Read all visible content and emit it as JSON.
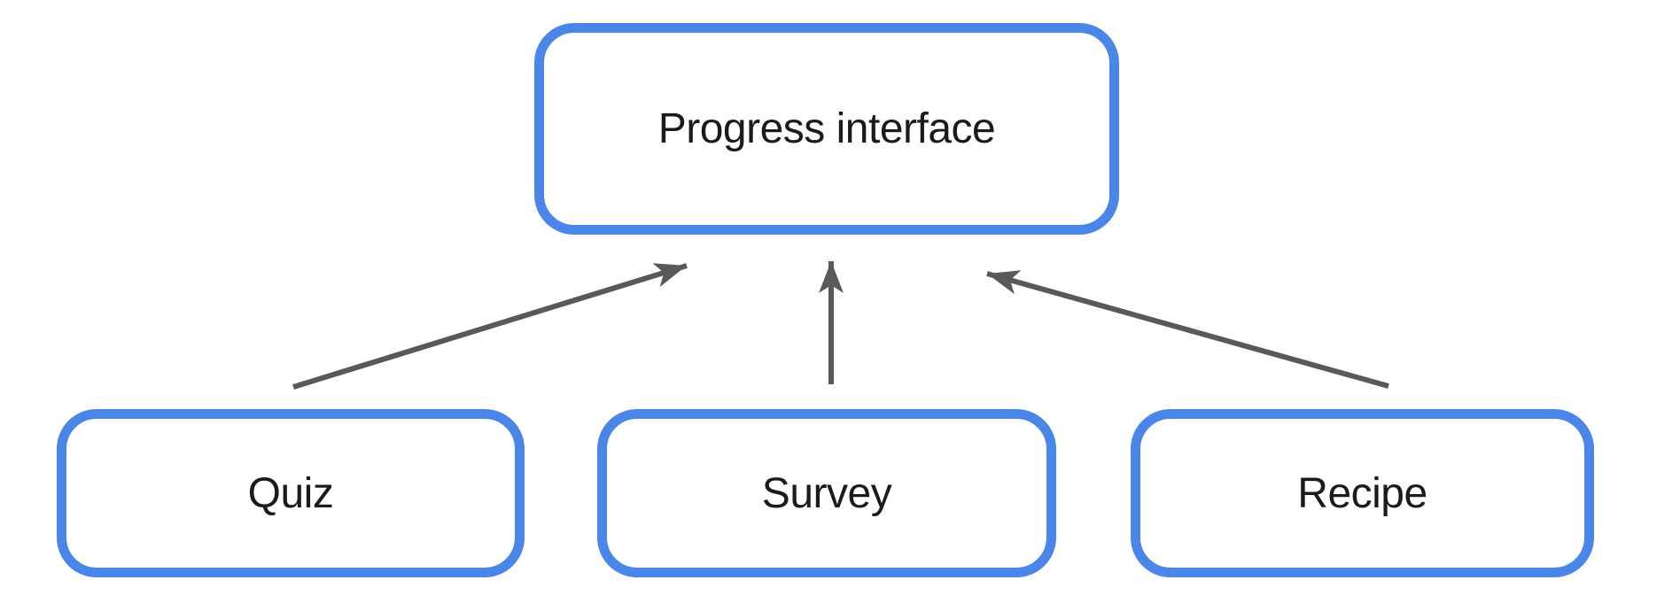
{
  "diagram": {
    "nodes": {
      "progress": {
        "label": "Progress interface"
      },
      "quiz": {
        "label": "Quiz"
      },
      "survey": {
        "label": "Survey"
      },
      "recipe": {
        "label": "Recipe"
      }
    },
    "edges": [
      {
        "from": "Quiz",
        "to": "Progress interface",
        "direction": "up"
      },
      {
        "from": "Survey",
        "to": "Progress interface",
        "direction": "up"
      },
      {
        "from": "Recipe",
        "to": "Progress interface",
        "direction": "up"
      }
    ],
    "colors": {
      "node_border": "#4a86e8",
      "node_fill": "#ffffff",
      "arrow": "#595959",
      "text": "#1b1b1b",
      "background": "#ffffff"
    }
  }
}
